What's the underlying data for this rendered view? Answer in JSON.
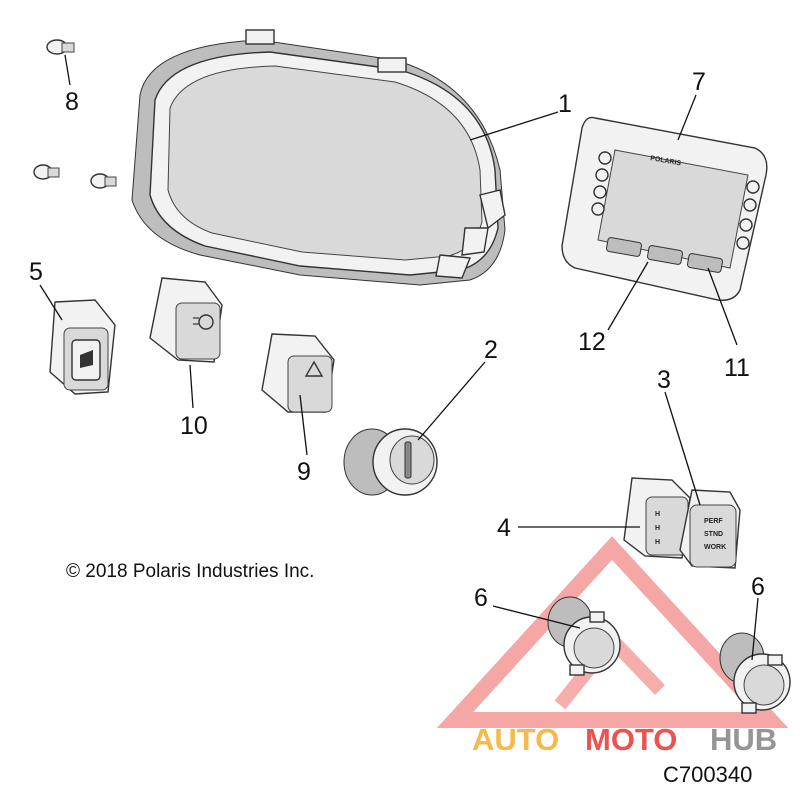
{
  "diagram": {
    "callouts": [
      "1",
      "2",
      "3",
      "4",
      "5",
      "6",
      "6",
      "7",
      "8",
      "9",
      "10",
      "11",
      "12"
    ],
    "copyright": "© 2018 Polaris Industries Inc.",
    "drawing_code": "C700340",
    "display_brand": "POLARIS",
    "mode_switch_labels": [
      "PERF",
      "STND",
      "WORK"
    ]
  },
  "watermark": {
    "text_part_1": "AUTO",
    "text_part_2": "MOTO",
    "text_part_3": "HUB",
    "color_primary": "#e8413c",
    "color_secondary": "#f6b23a",
    "color_tertiary": "#8a8a8a"
  }
}
